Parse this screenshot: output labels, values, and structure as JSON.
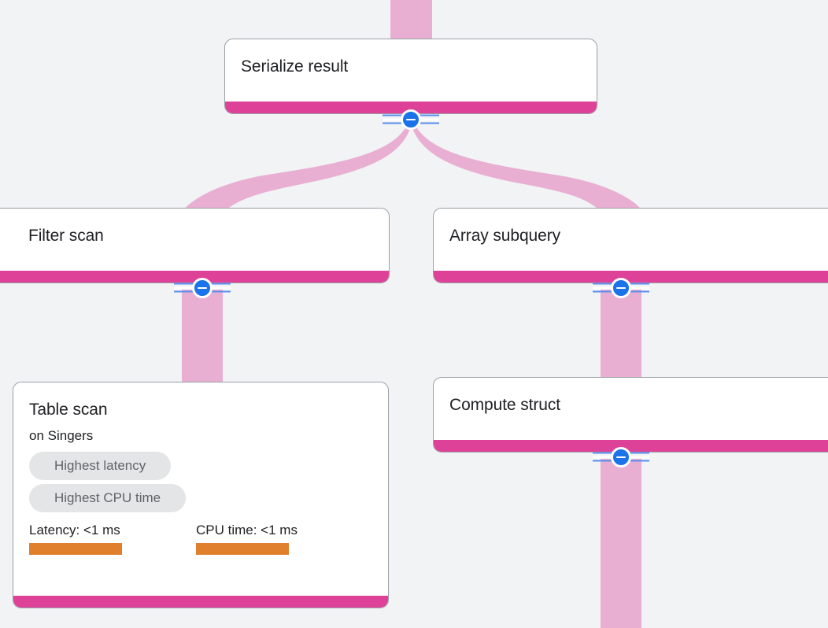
{
  "view": {
    "background_color": "#F1F3F4",
    "edge_color": "#E9AFD2",
    "node_accent_color": "#DE4298",
    "toggle_color": "#1A73E8",
    "metric_bar_color": "#E0802C",
    "chip_background_color": "#E4E5E6",
    "chip_text_color": "#5F6368"
  },
  "nodes": [
    {
      "id": "serialize-result",
      "title": "Serialize result",
      "subtitle": null,
      "chips": [],
      "metrics": []
    },
    {
      "id": "filter-scan",
      "title": "Filter scan",
      "subtitle": null,
      "chips": [],
      "metrics": []
    },
    {
      "id": "array-subquery",
      "title": "Array subquery",
      "subtitle": null,
      "chips": [],
      "metrics": []
    },
    {
      "id": "table-scan",
      "title": "Table scan",
      "subtitle": "on Singers",
      "chips": [
        {
          "label": "Highest latency"
        },
        {
          "label": "Highest CPU time"
        }
      ],
      "metrics": [
        {
          "label": "Latency: <1 ms",
          "fill_width": 118
        },
        {
          "label": "CPU time: <1 ms",
          "fill_width": 118
        }
      ]
    },
    {
      "id": "compute-struct",
      "title": "Compute struct",
      "subtitle": null,
      "chips": [],
      "metrics": []
    }
  ],
  "toggles": [
    {
      "id": "toggle-serialize-result",
      "icon": "minus-icon",
      "state": "expanded"
    },
    {
      "id": "toggle-filter-scan",
      "icon": "minus-icon",
      "state": "expanded"
    },
    {
      "id": "toggle-array-subquery",
      "icon": "minus-icon",
      "state": "expanded"
    },
    {
      "id": "toggle-compute-struct",
      "icon": "minus-icon",
      "state": "expanded"
    }
  ]
}
